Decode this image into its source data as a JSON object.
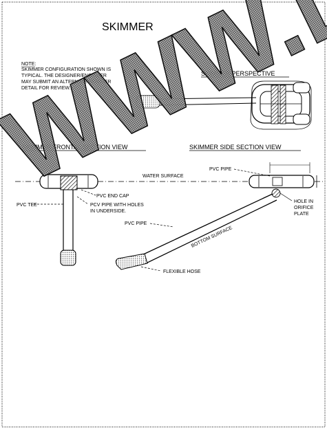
{
  "title": "SKIMMER",
  "note": {
    "heading": "NOTE:",
    "lines": [
      "SKIMMER CONFIGURATION SHOWN IS",
      "TYPICAL.  THE DESIGNER/ENGINEER",
      "MAY SUBMIT AN ALTERNATE SKIMMER",
      "DETAIL FOR REVIEW."
    ]
  },
  "watermark": "WWW.LDI",
  "perspective": {
    "title": "SKIMMER PERSPECTIVE"
  },
  "frontal": {
    "title": "SKIMMER FRONTAL SECTION VIEW",
    "labels": {
      "water_surface": "WATER SURFACE",
      "pvc_tee": "PVC TEE",
      "pvc_end_cap": "PVC END CAP",
      "pipe_holes_1": "PCV PIPE WITH HOLES",
      "pipe_holes_2": "IN UNDERSIDE."
    }
  },
  "side": {
    "title": "SKIMMER SIDE SECTION VIEW",
    "labels": {
      "pvc_pipe_top": "PVC PIPE",
      "hole_1": "HOLE IN",
      "hole_2": "ORIFICE",
      "hole_3": "PLATE",
      "pvc_pipe_left": "PVC PIPE",
      "bottom_surface": "BOTTOM SURFACE",
      "flexible_hose": "FLEXIBLE HOSE"
    }
  },
  "colors": {
    "ink": "#000000",
    "paper": "#ffffff",
    "hatch": "#555555"
  }
}
